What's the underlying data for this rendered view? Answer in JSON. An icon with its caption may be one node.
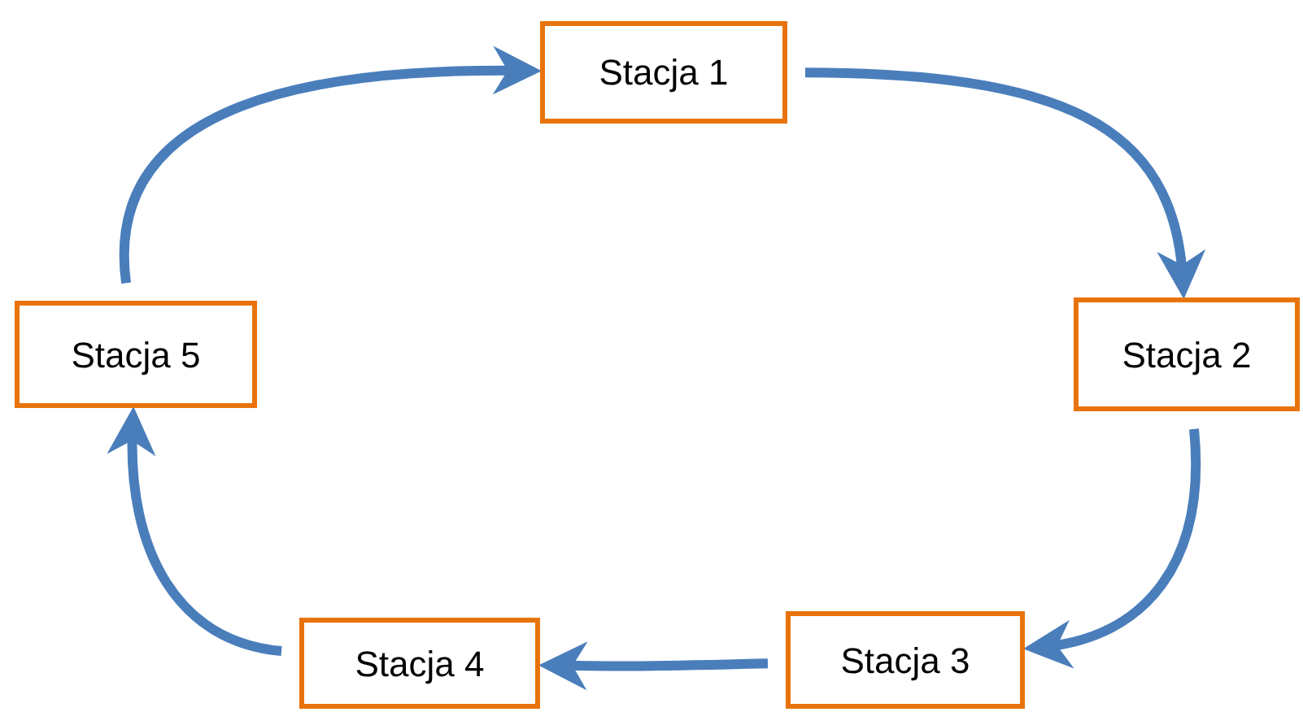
{
  "diagram": {
    "nodes": [
      {
        "text": [
          "Stacja 1"
        ]
      },
      {
        "text": [
          "Stacja 2"
        ]
      },
      {
        "text": [
          "Stacja 3"
        ]
      },
      {
        "text": [
          "Stacja 4"
        ]
      },
      {
        "text": [
          "Stacja 5"
        ]
      }
    ],
    "edges": [
      {
        "from": 4,
        "to": 0,
        "arrow": "to"
      },
      {
        "from": 0,
        "to": 1,
        "arrow": "to"
      },
      {
        "from": 1,
        "to": 2,
        "arrow": "to"
      },
      {
        "from": 2,
        "to": 3,
        "arrow": "to"
      },
      {
        "from": 3,
        "to": 4,
        "arrow": "to"
      }
    ]
  }
}
